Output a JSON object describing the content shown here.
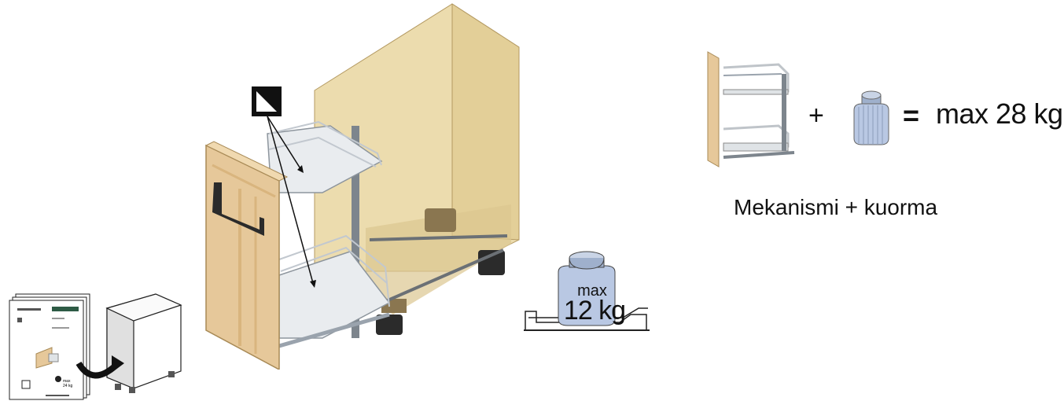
{
  "equation": {
    "plus": "+",
    "equals": "=",
    "max_total": "max 28 kg"
  },
  "caption": "Mekanismi + kuorma",
  "weight_badge": {
    "max_label": "max",
    "value": "12 kg"
  },
  "manual_thumbnail": {
    "weight_label": "max\n24 kg"
  },
  "colors": {
    "cabinet_wood": "#ecdcae",
    "cabinet_wood_dark": "#d8c18a",
    "front_panel": "#e6c89a",
    "shelf": "#e9ecef",
    "rail": "#9aa3ad",
    "weight_blue": "#b9c8e3",
    "ink": "#111111"
  },
  "icons": [
    "triangle-marker-icon",
    "weight-icon",
    "manual-icon",
    "cabinet-icon",
    "curved-arrow-icon"
  ]
}
